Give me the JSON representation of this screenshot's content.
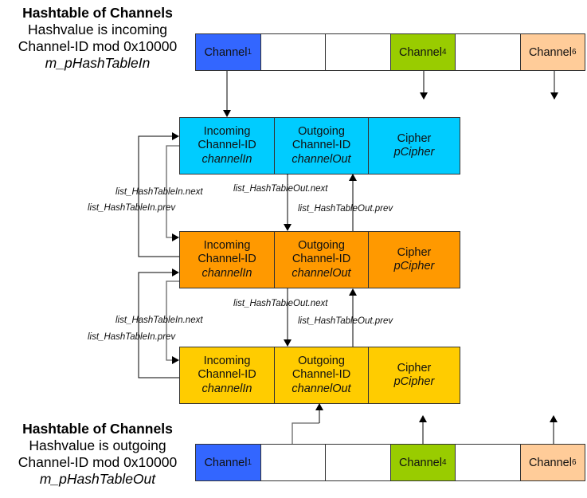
{
  "top_table": {
    "caption": {
      "title": "Hashtable of Channels",
      "line1": "Hashvalue is incoming",
      "line2": "Channel-ID mod 0x10000",
      "variable": "m_pHashTableIn"
    },
    "cells": [
      {
        "label": "Channel",
        "sub": "1",
        "color": "#3366ff"
      },
      {
        "label": "",
        "sub": "",
        "color": "#ffffff"
      },
      {
        "label": "",
        "sub": "",
        "color": "#ffffff"
      },
      {
        "label": "Channel",
        "sub": "4",
        "color": "#99cc00"
      },
      {
        "label": "",
        "sub": "",
        "color": "#ffffff"
      },
      {
        "label": "Channel",
        "sub": "6",
        "color": "#ffcc99"
      }
    ]
  },
  "bottom_table": {
    "caption": {
      "title": "Hashtable of Channels",
      "line1": "Hashvalue is outgoing",
      "line2": "Channel-ID mod 0x10000",
      "variable": "m_pHashTableOut"
    },
    "cells": [
      {
        "label": "Channel",
        "sub": "1",
        "color": "#3366ff"
      },
      {
        "label": "",
        "sub": "",
        "color": "#ffffff"
      },
      {
        "label": "",
        "sub": "",
        "color": "#ffffff"
      },
      {
        "label": "Channel",
        "sub": "4",
        "color": "#99cc00"
      },
      {
        "label": "",
        "sub": "",
        "color": "#ffffff"
      },
      {
        "label": "Channel",
        "sub": "6",
        "color": "#ffcc99"
      }
    ]
  },
  "entries": [
    {
      "color": "#00ccff",
      "incoming": {
        "line1": "Incoming",
        "line2": "Channel-ID",
        "field": "channelIn"
      },
      "outgoing": {
        "line1": "Outgoing",
        "line2": "Channel-ID",
        "field": "channelOut"
      },
      "cipher": {
        "line1": "Cipher",
        "field": "pCipher"
      }
    },
    {
      "color": "#ff9900",
      "incoming": {
        "line1": "Incoming",
        "line2": "Channel-ID",
        "field": "channelIn"
      },
      "outgoing": {
        "line1": "Outgoing",
        "line2": "Channel-ID",
        "field": "channelOut"
      },
      "cipher": {
        "line1": "Cipher",
        "field": "pCipher"
      }
    },
    {
      "color": "#ffcc00",
      "incoming": {
        "line1": "Incoming",
        "line2": "Channel-ID",
        "field": "channelIn"
      },
      "outgoing": {
        "line1": "Outgoing",
        "line2": "Channel-ID",
        "field": "channelOut"
      },
      "cipher": {
        "line1": "Cipher",
        "field": "pCipher"
      }
    }
  ],
  "link_labels": {
    "in_next": "list_HashTableIn.next",
    "in_prev": "list_HashTableIn.prev",
    "out_next": "list_HashTableOut.next",
    "out_prev": "list_HashTableOut.prev"
  },
  "colors": {
    "line": "#000000",
    "line_grey": "#666666",
    "border": "#333333"
  }
}
